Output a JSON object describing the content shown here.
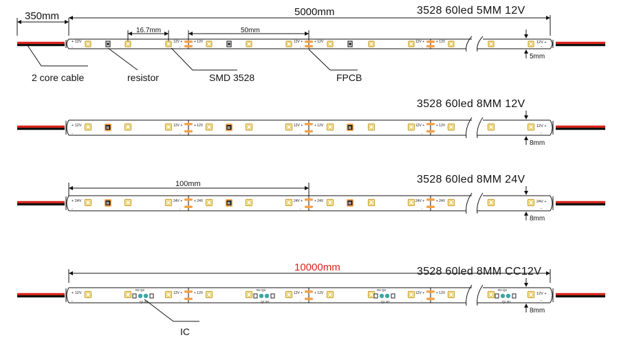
{
  "colors": {
    "ink": "#111111",
    "highlight": "#e0201c",
    "pad": "#f5a14a",
    "led_fill": "#fff3a8",
    "led_border": "#c8a13a",
    "cable_red": "#d8261b",
    "cable_black": "#111111",
    "strip_fill": "#ffffff",
    "ic_teal": "#3ba6a6"
  },
  "header_dims": {
    "cable_length": "350mm",
    "strip_length": "5000mm",
    "led_pitch": "16.7mm",
    "cut_pitch": "50mm"
  },
  "callouts": {
    "cable": "2 core cable",
    "resistor": "resistor",
    "smd": "SMD 3528",
    "fpcb": "FPCB",
    "ic": "IC"
  },
  "strips": [
    {
      "title": "3528  60led  5MM  12V",
      "voltage": "12V",
      "width_label": "5mm",
      "resistor_mark": "",
      "dim_label": ""
    },
    {
      "title": "3528  60led  8MM 12V",
      "voltage": "12V",
      "width_label": "8mm",
      "resistor_mark": "R",
      "dim_label": ""
    },
    {
      "title": "3528  60led  8MM  24V",
      "voltage": "24V",
      "width_label": "8mm",
      "resistor_mark": "R",
      "dim_label": "100mm"
    },
    {
      "title": "3528  60led  8MM  CC12V",
      "voltage": "12V",
      "width_label": "8mm",
      "resistor_mark": "",
      "dim_label": "10000mm",
      "ic_labels": {
        "top": "R2  Q2",
        "bottom": "Q1  R1"
      }
    }
  ],
  "pad_marks": {
    "plus": "+",
    "minus": "-"
  }
}
